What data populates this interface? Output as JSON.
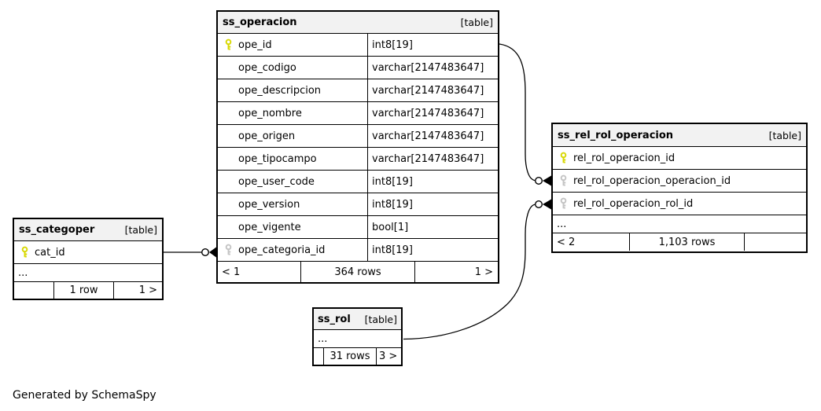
{
  "footer_note": "Generated by SchemaSpy",
  "colors": {
    "background": "#ffffff",
    "table_header_bg": "#f2f2f2",
    "table_border": "#000000",
    "pk_key": "#d8d800",
    "fk_key": "#c4c4c4",
    "edge": "#000000"
  },
  "tables": {
    "ss_operacion": {
      "name": "ss_operacion",
      "tag": "[table]",
      "columns": [
        {
          "name": "ope_id",
          "type": "int8[19]",
          "key": "pk"
        },
        {
          "name": "ope_codigo",
          "type": "varchar[2147483647]",
          "key": ""
        },
        {
          "name": "ope_descripcion",
          "type": "varchar[2147483647]",
          "key": ""
        },
        {
          "name": "ope_nombre",
          "type": "varchar[2147483647]",
          "key": ""
        },
        {
          "name": "ope_origen",
          "type": "varchar[2147483647]",
          "key": ""
        },
        {
          "name": "ope_tipocampo",
          "type": "varchar[2147483647]",
          "key": ""
        },
        {
          "name": "ope_user_code",
          "type": "int8[19]",
          "key": ""
        },
        {
          "name": "ope_version",
          "type": "int8[19]",
          "key": ""
        },
        {
          "name": "ope_vigente",
          "type": "bool[1]",
          "key": ""
        },
        {
          "name": "ope_categoria_id",
          "type": "int8[19]",
          "key": "fk"
        }
      ],
      "footer": {
        "left": "< 1",
        "center": "364 rows",
        "right": "1 >"
      }
    },
    "ss_categoper": {
      "name": "ss_categoper",
      "tag": "[table]",
      "columns": [
        {
          "name": "cat_id",
          "key": "pk"
        }
      ],
      "ellipsis": "...",
      "footer": {
        "left": "",
        "center": "1 row",
        "right": "1 >"
      }
    },
    "ss_rel_rol_operacion": {
      "name": "ss_rel_rol_operacion",
      "tag": "[table]",
      "columns": [
        {
          "name": "rel_rol_operacion_id",
          "key": "pk"
        },
        {
          "name": "rel_rol_operacion_operacion_id",
          "key": "fk"
        },
        {
          "name": "rel_rol_operacion_rol_id",
          "key": "fk"
        }
      ],
      "ellipsis": "...",
      "footer": {
        "left": "< 2",
        "center": "1,103 rows",
        "right": ""
      }
    },
    "ss_rol": {
      "name": "ss_rol",
      "tag": "[table]",
      "ellipsis": "...",
      "footer": {
        "left": "",
        "center": "31 rows",
        "right": "3 >"
      }
    }
  }
}
